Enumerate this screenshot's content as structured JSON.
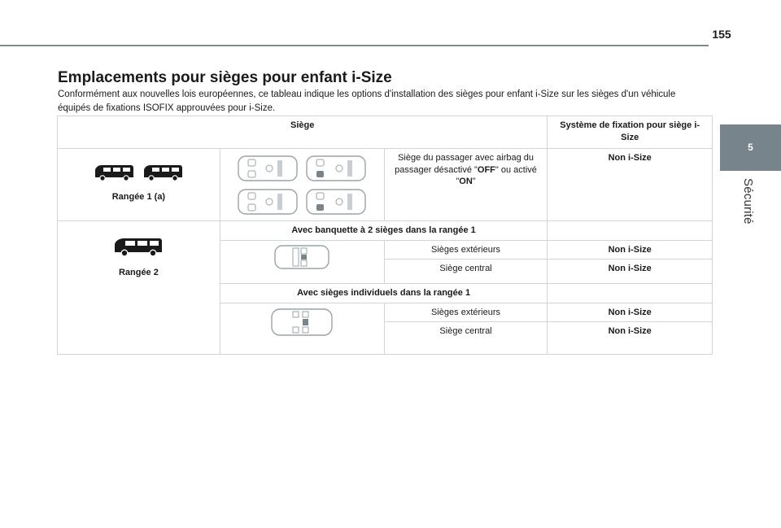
{
  "header": {
    "page_number": "155"
  },
  "side_tab": {
    "chapter_number": "5",
    "chapter_label": "Sécurité"
  },
  "title": "Emplacements pour sièges pour enfant i-Size",
  "intro": "Conformément aux nouvelles lois européennes, ce tableau indique les options d'installation des sièges pour enfant i-Size sur les sièges d'un véhicule équipés de fixations ISOFIX approuvées pour i-Size.",
  "table": {
    "col_seat": "Siège",
    "col_system": "Système de fixation pour siège i-Size",
    "row1": {
      "label": "Rangée 1 (a)",
      "desc_pre": "Siège du passager avec airbag du passager désactivé \"",
      "desc_off": "OFF",
      "desc_mid": "\" ou activé \"",
      "desc_on": "ON",
      "desc_post": "\"",
      "value": "Non i-Size"
    },
    "row2": {
      "label": "Rangée 2",
      "section_a": "Avec banquette à 2 sièges dans la rangée 1",
      "a_outer": "Sièges extérieurs",
      "a_outer_value": "Non i-Size",
      "a_center": "Siège central",
      "a_center_value": "Non i-Size",
      "section_b": "Avec sièges individuels dans la rangée 1",
      "b_outer": "Sièges extérieurs",
      "b_outer_value": "Non i-Size",
      "b_center": "Siège central",
      "b_center_value": "Non i-Size"
    }
  },
  "colors": {
    "tab_bg": "#77848b",
    "rule": "#7f8a8e",
    "border": "#cfd4d7"
  },
  "icons": [
    "van-icon",
    "van-icon",
    "van-icon",
    "seat-layout-icon"
  ]
}
